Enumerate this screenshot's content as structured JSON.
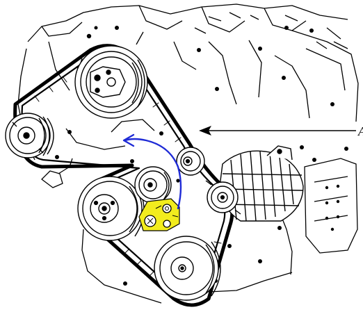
{
  "diagram": {
    "type": "engine-accessory-belt-drive",
    "edge_label": "A",
    "colors": {
      "line": "#000000",
      "background": "#ffffff",
      "highlight": "#f2ec1e",
      "arrow": "#1f2bd6"
    },
    "components": [
      "crankshaft-pulley",
      "power-steering-pump-pulley",
      "ac-compressor-pulley",
      "water-pump-pulley",
      "idler-pulley",
      "tensioner-pulley",
      "alternator",
      "alternator-pulley",
      "tensioner-mounting-bolts",
      "drive-belt",
      "rotation-direction-arrow",
      "pointer-arrow",
      "exhaust-heat-shield"
    ]
  }
}
